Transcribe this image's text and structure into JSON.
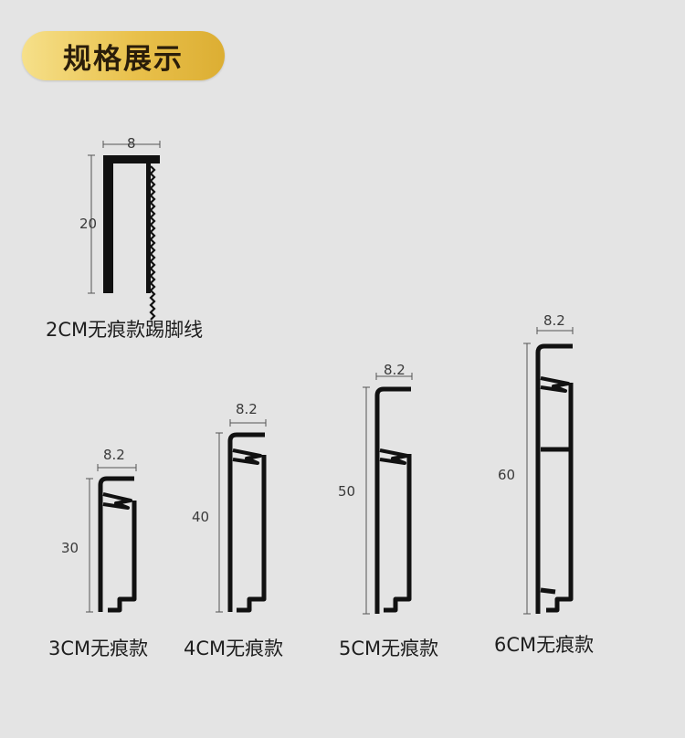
{
  "title": "规格展示",
  "profiles": [
    {
      "id": "2cm",
      "label": "2CM无痕款踢脚线",
      "width_dim": "8",
      "height_dim": "20"
    },
    {
      "id": "3cm",
      "label": "3CM无痕款",
      "width_dim": "8.2",
      "height_dim": "30"
    },
    {
      "id": "4cm",
      "label": "4CM无痕款",
      "width_dim": "8.2",
      "height_dim": "40"
    },
    {
      "id": "5cm",
      "label": "5CM无痕款",
      "width_dim": "8.2",
      "height_dim": "50"
    },
    {
      "id": "6cm",
      "label": "6CM无痕款",
      "width_dim": "8.2",
      "height_dim": "60"
    }
  ],
  "colors": {
    "accent": "#e9c14c",
    "profile": "#111111",
    "background": "#e4e4e4"
  }
}
